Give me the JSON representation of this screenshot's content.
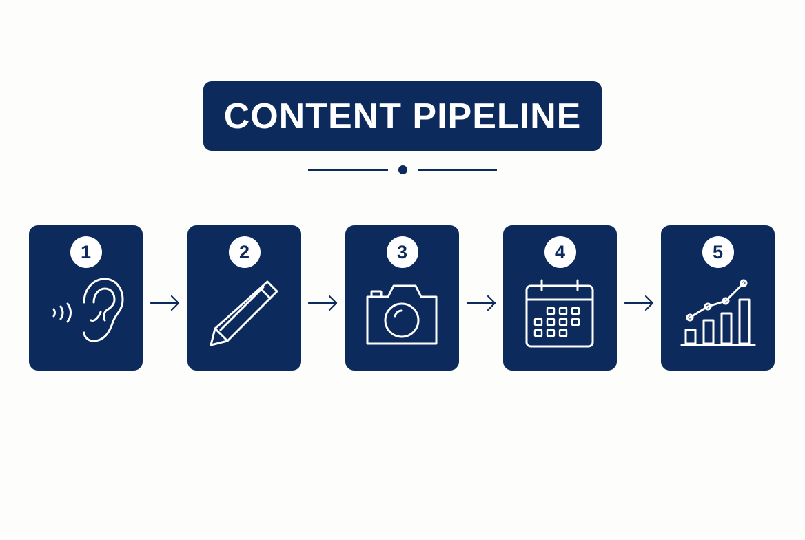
{
  "title": "CONTENT PIPELINE",
  "colors": {
    "primary": "#0d2a5c",
    "background": "#fdfdfb",
    "icon_stroke": "#ffffff"
  },
  "steps": [
    {
      "number": "1",
      "icon": "ear-icon"
    },
    {
      "number": "2",
      "icon": "pencil-icon"
    },
    {
      "number": "3",
      "icon": "camera-icon"
    },
    {
      "number": "4",
      "icon": "calendar-icon"
    },
    {
      "number": "5",
      "icon": "growth-chart-icon"
    }
  ]
}
